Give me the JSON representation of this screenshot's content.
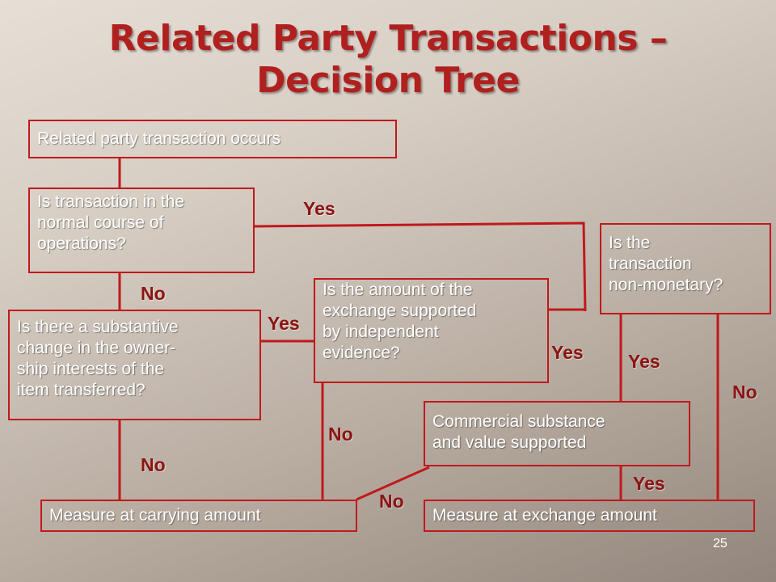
{
  "title": {
    "line1": "Related Party Transactions –",
    "line2": "Decision Tree"
  },
  "nodes": {
    "start": "Related party transaction occurs",
    "normal_course": "Is transaction in the\nnormal course of\noperations?",
    "ownership": "Is there a substantive\nchange in the owner-\nship interests of the\nitem transferred?",
    "evidence": "Is the amount of the\nexchange supported\nby independent\nevidence?",
    "non_monetary": "Is the\ntransaction\nnon-monetary?",
    "commercial": "Commercial substance\nand value supported",
    "carrying": "Measure at carrying amount",
    "exchange": "Measure at exchange amount"
  },
  "labels": {
    "normal_yes": "Yes",
    "normal_no": "No",
    "ownership_yes": "Yes",
    "ownership_no": "No",
    "evidence_yes": "Yes",
    "evidence_no": "No",
    "nonmon_yes": "Yes",
    "nonmon_no": "No",
    "commercial_yes": "Yes",
    "commercial_no": "No"
  },
  "page_number": "25",
  "colors": {
    "title": "#b0201f",
    "box_border": "#c0191c",
    "label": "#8b1412",
    "connector": "#c0191c"
  }
}
